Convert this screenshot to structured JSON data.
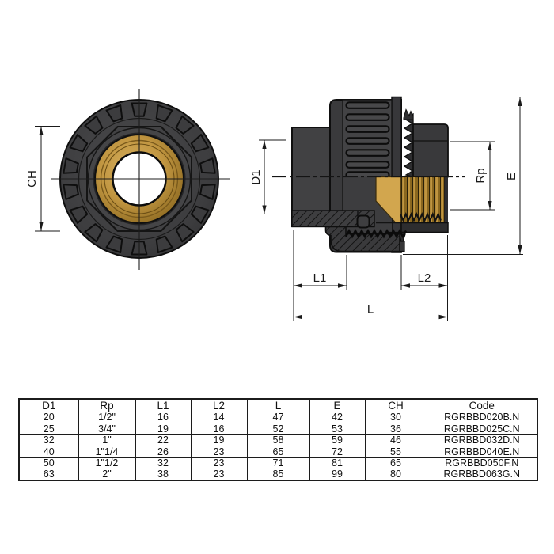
{
  "drawing": {
    "labels": {
      "ch": "CH",
      "d1": "D1",
      "rp": "Rp",
      "e": "E",
      "l1": "L1",
      "l2": "L2",
      "l": "L"
    },
    "colors": {
      "body_gray": "#3d3d3f",
      "outline": "#0f0f0f",
      "brass": "#c09540",
      "brass_light": "#d8b160",
      "brass_dark": "#8a671f",
      "dimension": "#1a1a1a",
      "background": "#ffffff"
    }
  },
  "table": {
    "headers": [
      "D1",
      "Rp",
      "L1",
      "L2",
      "L",
      "E",
      "CH",
      "Code"
    ],
    "rows": [
      [
        "20",
        "1/2\"",
        "16",
        "14",
        "47",
        "42",
        "30",
        "RGRBBD020B.N"
      ],
      [
        "25",
        "3/4\"",
        "19",
        "16",
        "52",
        "53",
        "36",
        "RGRBBD025C.N"
      ],
      [
        "32",
        "1\"",
        "22",
        "19",
        "58",
        "59",
        "46",
        "RGRBBD032D.N"
      ],
      [
        "40",
        "1\"1/4",
        "26",
        "23",
        "65",
        "72",
        "55",
        "RGRBBD040E.N"
      ],
      [
        "50",
        "1\"1/2",
        "32",
        "23",
        "71",
        "81",
        "65",
        "RGRBBD050F.N"
      ],
      [
        "63",
        "2\"",
        "38",
        "23",
        "85",
        "99",
        "80",
        "RGRBBD063G.N"
      ]
    ]
  }
}
